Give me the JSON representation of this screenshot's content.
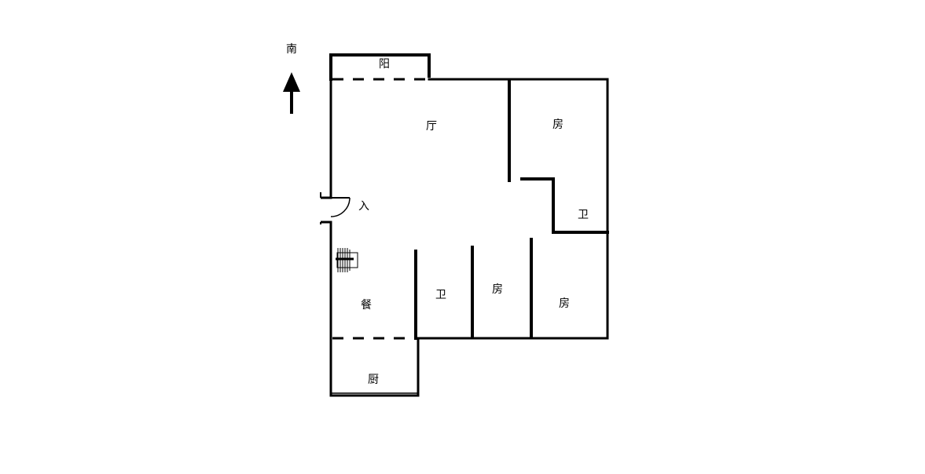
{
  "compass": {
    "label": "南"
  },
  "rooms": {
    "balcony": "阳",
    "living": "厅",
    "bedroom_ne": "房",
    "bath_east": "卫",
    "entrance": "入",
    "dining": "餐",
    "bath_south": "卫",
    "bedroom_mid": "房",
    "bedroom_se": "房",
    "kitchen": "厨"
  },
  "colors": {
    "wall": "#000000",
    "background": "#ffffff"
  }
}
